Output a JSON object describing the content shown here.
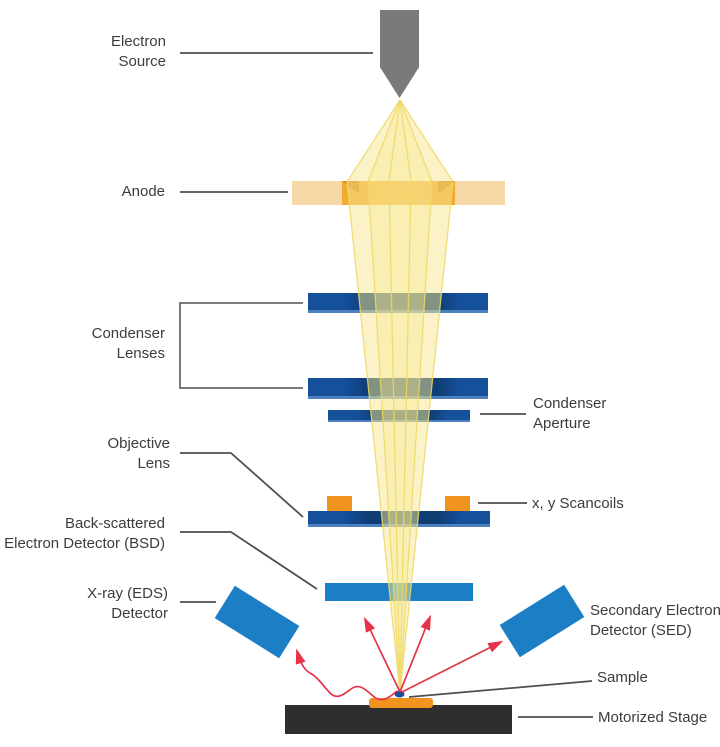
{
  "labels": {
    "electron_source": [
      "Electron",
      "Source"
    ],
    "anode": [
      "Anode"
    ],
    "condenser_lenses": [
      "Condenser",
      "Lenses"
    ],
    "condenser_aperture": [
      "Condenser",
      "Aperture"
    ],
    "objective_lens": [
      "Objective",
      "Lens"
    ],
    "back_scattered_detector": [
      "Back-scattered",
      "Electron Detector (BSD)"
    ],
    "xray_detector": [
      "X-ray (EDS)",
      "Detector"
    ],
    "scancoils": [
      "x, y Scancoils"
    ],
    "secondary_electron_detector": [
      "Secondary Electron",
      "Detector (SED)"
    ],
    "sample": [
      "Sample"
    ],
    "motorized_stage": [
      "Motorized Stage"
    ]
  },
  "colors": {
    "navy": "#15509B",
    "navy-dark": "#0F3E74",
    "navy-edge": "#4C80BE",
    "light-blue": "#1C7EC4",
    "orange": "#F0931F",
    "anode-tan": "#F5D8A6",
    "anode-orange": "#F4A930",
    "anode-dark": "#DA8A1F",
    "beam-fill": "#F7E88F",
    "beam-line": "#EFD863",
    "source-gray": "#7A7A7A",
    "stage-dark": "#2E2E2E",
    "arrow-red": "#E73349",
    "leader-gray": "#4F4F4F",
    "text": "#3C3C3C"
  }
}
